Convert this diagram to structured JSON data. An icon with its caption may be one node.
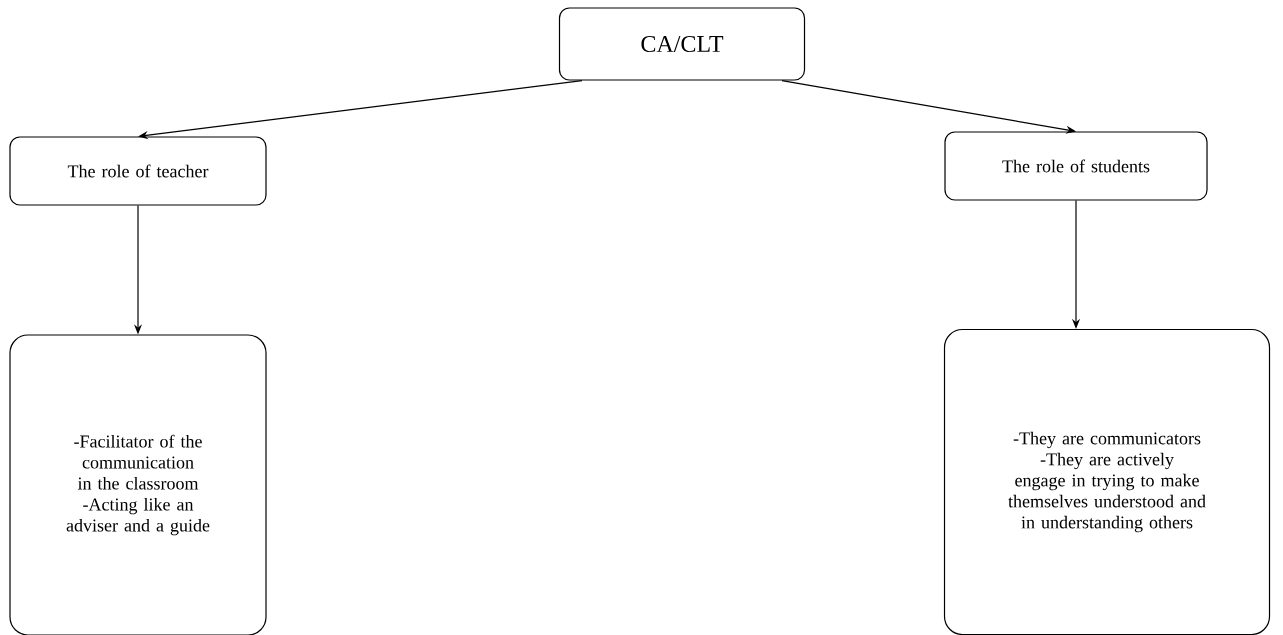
{
  "diagram": {
    "nodes": [
      {
        "text": [
          "CA/CLT"
        ]
      },
      {
        "text": [
          "The role of teacher"
        ]
      },
      {
        "text": [
          "The role of students"
        ]
      },
      {
        "text": [
          "-Facilitator of the communication in the classroom",
          "-Acting like an adviser and a guide"
        ]
      },
      {
        "text": [
          "-They are communicators",
          "-They are actively engage in trying to make themselves understood and in understanding others"
        ]
      }
    ],
    "edges": [
      {
        "from": 0,
        "to": 1,
        "arrow": "to"
      },
      {
        "from": 0,
        "to": 2,
        "arrow": "to"
      },
      {
        "from": 1,
        "to": 3,
        "arrow": "to"
      },
      {
        "from": 2,
        "to": 4,
        "arrow": "to"
      }
    ]
  }
}
